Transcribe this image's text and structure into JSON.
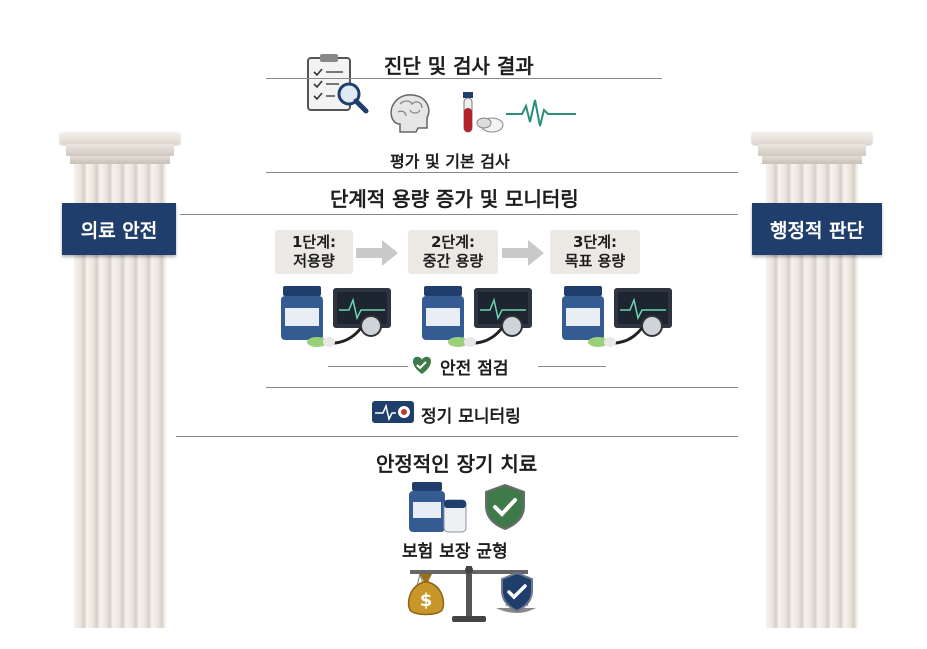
{
  "pillars": {
    "left_label": "의료 안전",
    "right_label": "행정적 판단"
  },
  "sections": {
    "diagnosis_title": "진단 및 검사 결과",
    "baseline_label": "평가 및 기본 검사",
    "titration_title": "단계적 용량 증가 및 모니터링",
    "safety_check_label": "안전 점검",
    "regular_monitoring_label": "정기 모니터링",
    "stable_title": "안정적인 장기 치료",
    "insurance_label": "보험 보장 균형"
  },
  "stages": [
    {
      "line1": "1단계:",
      "line2": "저용량"
    },
    {
      "line1": "2단계:",
      "line2": "중간 용량"
    },
    {
      "line1": "3단계:",
      "line2": "목표 용량"
    }
  ],
  "colors": {
    "banner": "#1f3e6b",
    "shield": "#3f7a4a",
    "gold": "#c9962a"
  },
  "icons": [
    "clipboard-search-icon",
    "brain-icon",
    "blood-tube-icon",
    "pills-icon",
    "heartbeat-icon",
    "medicine-bottle-icon",
    "monitor-icon",
    "stethoscope-icon",
    "heart-check-icon",
    "ecg-card-icon",
    "shield-check-icon",
    "balance-scale-icon",
    "money-bag-icon"
  ]
}
